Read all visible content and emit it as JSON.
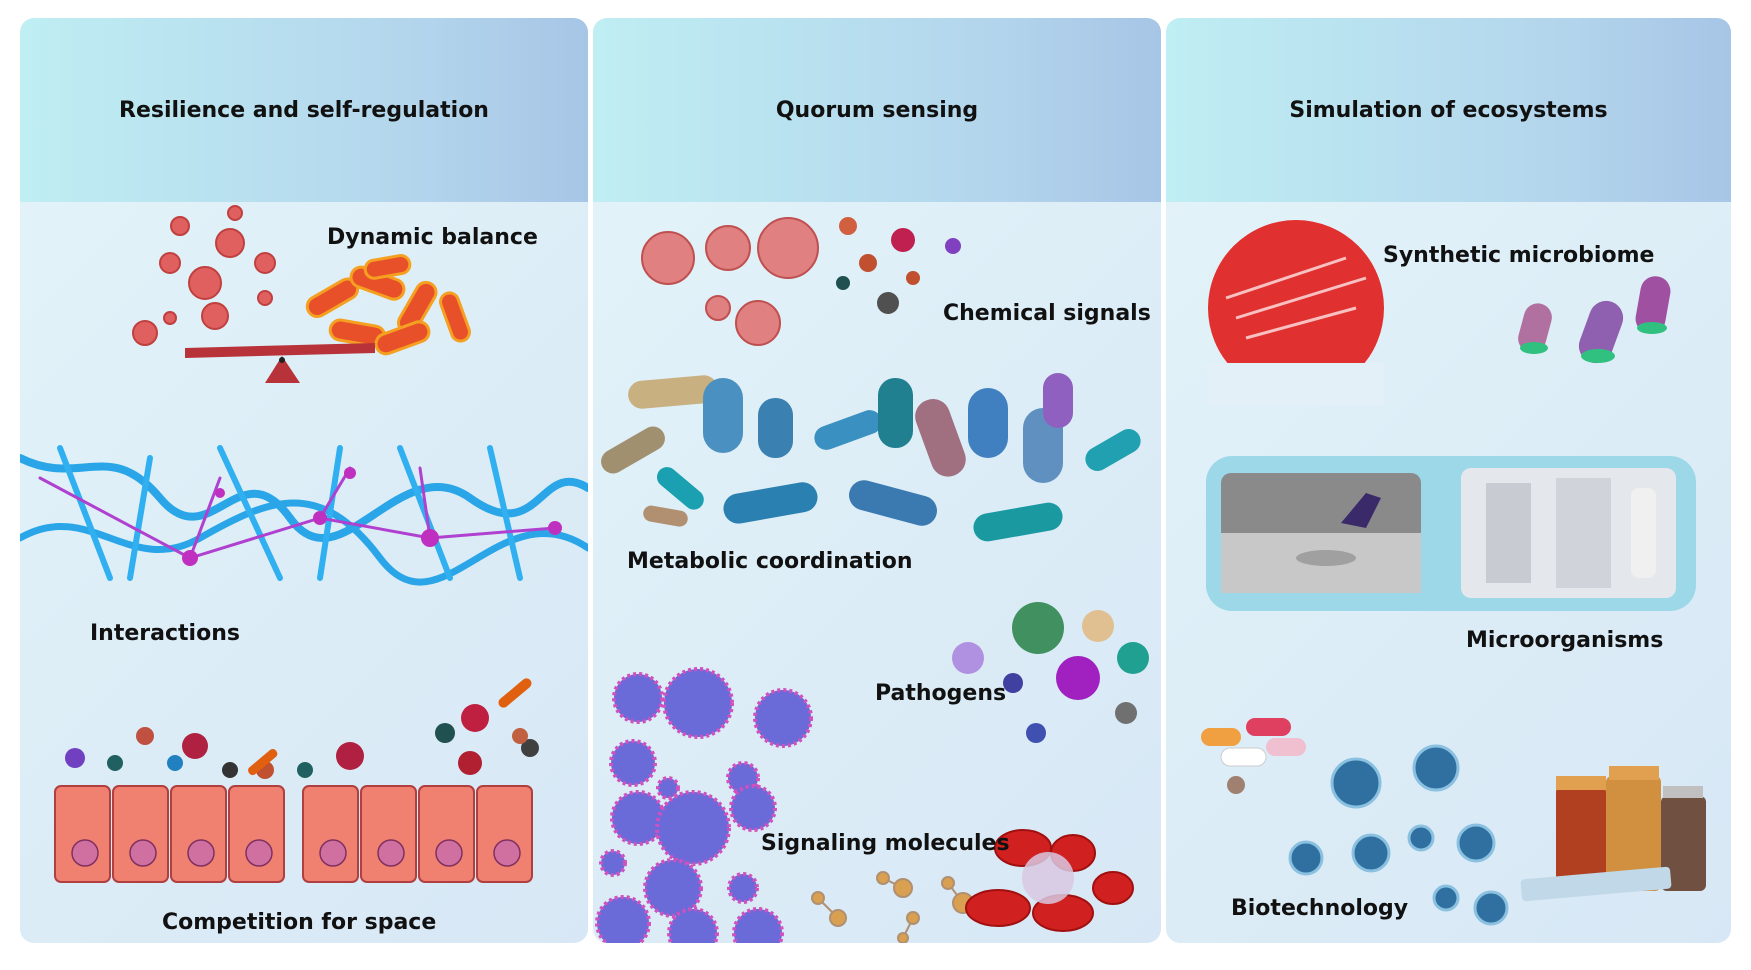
{
  "panels": [
    {
      "title": "Resilience and self-regulation",
      "labels": {
        "dynamic_balance": "Dynamic balance",
        "interactions": "Interactions",
        "competition": "Competition for space"
      }
    },
    {
      "title": "Quorum sensing",
      "labels": {
        "chemical_signals": "Chemical signals",
        "metabolic_coordination": "Metabolic coordination",
        "pathogens": "Pathogens",
        "signaling_molecules": "Signaling molecules"
      }
    },
    {
      "title": "Simulation of ecosystems",
      "labels": {
        "synthetic_microbiome": "Synthetic microbiome",
        "microorganisms": "Microorganisms",
        "biotechnology": "Biotechnology"
      }
    }
  ],
  "colors": {
    "header_gradient_start": "#bfeef3",
    "header_gradient_end": "#a7c5e6",
    "panel_background": "#e3f4f9",
    "virus_red": "#e06060",
    "bacteria_orange": "#e8502a",
    "network_blue": "#2aa6e8",
    "network_purple": "#b040d0",
    "cell_salmon": "#f08070",
    "virus_blue": "#4a7ad8",
    "virus_pink": "#d050c0"
  }
}
